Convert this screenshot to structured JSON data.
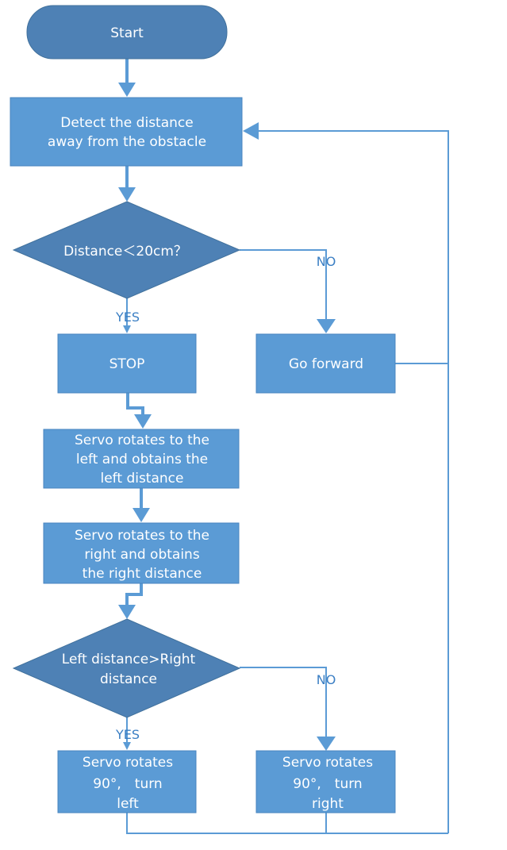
{
  "nodes": {
    "start": "Start",
    "detect": [
      "Detect the distance",
      "away from the obstacle"
    ],
    "decision1": "Distance＜20cm？",
    "stop": "STOP",
    "forward": "Go forward",
    "servo_left": [
      "Servo rotates to the",
      "left and obtains the",
      "left distance"
    ],
    "servo_right": [
      "Servo rotates to the",
      "right and obtains",
      "the right distance"
    ],
    "decision2": [
      "Left distance>Right",
      "distance"
    ],
    "turn_left": [
      "Servo rotates",
      "90°,　turn",
      "left"
    ],
    "turn_right": [
      "Servo rotates",
      "90°,　turn",
      "right"
    ]
  },
  "edge_labels": {
    "d1_yes": "YES",
    "d1_no": "NO",
    "d2_yes": "YES",
    "d2_no": "NO"
  },
  "colors": {
    "box_fill": "#5b9bd5",
    "decision_fill": "#4e81b5",
    "line": "#5b9bd5",
    "label": "#3b7fc4"
  }
}
